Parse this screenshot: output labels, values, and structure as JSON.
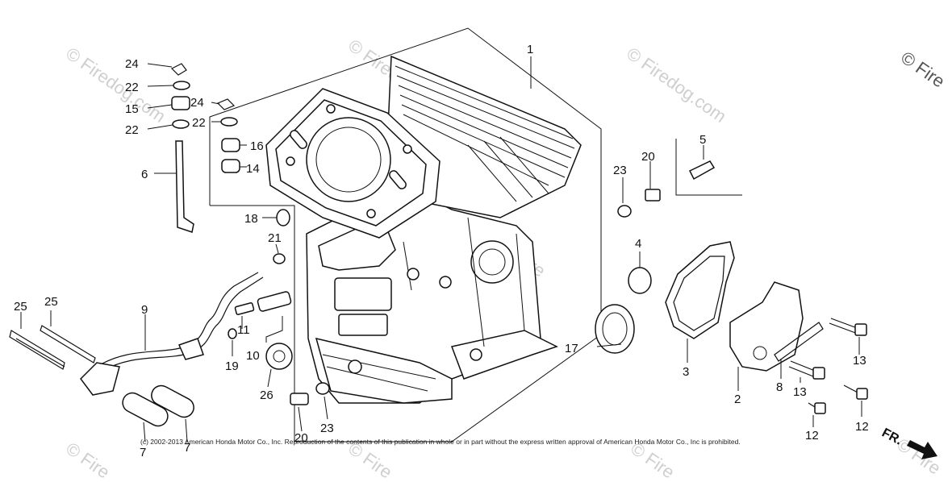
{
  "watermarks": [
    {
      "text": "© Firedog.com"
    },
    {
      "text": "© Firedog.com"
    },
    {
      "text": "© Firedog.com"
    },
    {
      "text": "© Fire"
    },
    {
      "text": "© Fire"
    },
    {
      "text": "© Fire"
    },
    {
      "text": "© Fire"
    },
    {
      "text": "© Fire"
    },
    {
      "text": "© Fire"
    }
  ],
  "callouts": [
    {
      "id": "p1",
      "label": "1"
    },
    {
      "id": "p2",
      "label": "2"
    },
    {
      "id": "p3",
      "label": "3"
    },
    {
      "id": "p4",
      "label": "4"
    },
    {
      "id": "p5",
      "label": "5"
    },
    {
      "id": "p6",
      "label": "6"
    },
    {
      "id": "p7a",
      "label": "7"
    },
    {
      "id": "p7b",
      "label": "7"
    },
    {
      "id": "p8",
      "label": "8"
    },
    {
      "id": "p9",
      "label": "9"
    },
    {
      "id": "p10",
      "label": "10"
    },
    {
      "id": "p11",
      "label": "11"
    },
    {
      "id": "p12a",
      "label": "12"
    },
    {
      "id": "p12b",
      "label": "12"
    },
    {
      "id": "p13a",
      "label": "13"
    },
    {
      "id": "p13b",
      "label": "13"
    },
    {
      "id": "p14",
      "label": "14"
    },
    {
      "id": "p15",
      "label": "15"
    },
    {
      "id": "p16",
      "label": "16"
    },
    {
      "id": "p17",
      "label": "17"
    },
    {
      "id": "p18",
      "label": "18"
    },
    {
      "id": "p19",
      "label": "19"
    },
    {
      "id": "p20a",
      "label": "20"
    },
    {
      "id": "p20b",
      "label": "20"
    },
    {
      "id": "p21",
      "label": "21"
    },
    {
      "id": "p22a",
      "label": "22"
    },
    {
      "id": "p22b",
      "label": "22"
    },
    {
      "id": "p22c",
      "label": "22"
    },
    {
      "id": "p23a",
      "label": "23"
    },
    {
      "id": "p23b",
      "label": "23"
    },
    {
      "id": "p24a",
      "label": "24"
    },
    {
      "id": "p24b",
      "label": "24"
    },
    {
      "id": "p25a",
      "label": "25"
    },
    {
      "id": "p25b",
      "label": "25"
    },
    {
      "id": "p26",
      "label": "26"
    }
  ],
  "front_indicator": "FR.",
  "copyright": "(c) 2002-2013 American Honda Motor Co., Inc. Reproduction of the contents of this publication in whole or in part without the express written approval of American Honda Motor Co., Inc is prohibited."
}
